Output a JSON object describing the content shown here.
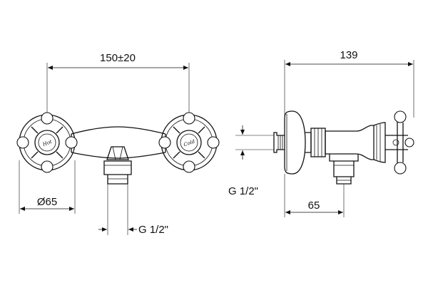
{
  "front_view": {
    "width_label": "150±20",
    "diameter_label": "Ø65",
    "thread_label": "G 1/2\"",
    "handle_hot": "Hot",
    "handle_cold": "Cold"
  },
  "side_view": {
    "depth_label": "139",
    "offset_label": "65",
    "thread_label": "G 1/2\""
  }
}
